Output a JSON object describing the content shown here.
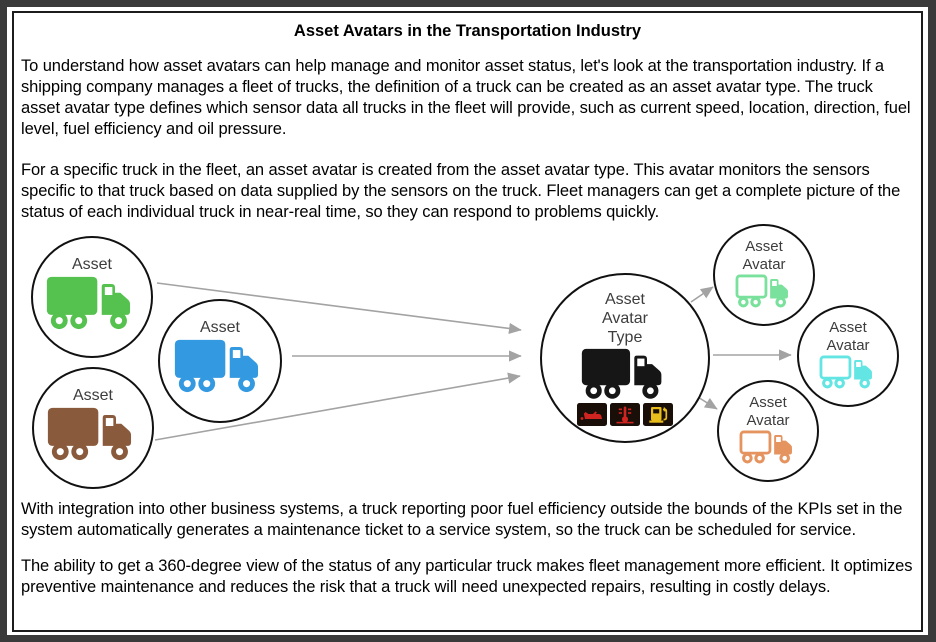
{
  "document": {
    "title": "Asset Avatars in the Transportation Industry",
    "paragraphs": [
      "To understand how asset avatars can help manage and monitor asset status, let's look at the transportation industry. If a shipping company manages a fleet of trucks, the definition of a truck can be created as an asset avatar type. The truck asset avatar type defines which sensor data all trucks in the fleet will provide, such as current speed, location, direction, fuel level, fuel efficiency and oil pressure.",
      "For a specific truck in the fleet, an asset avatar is created from the asset avatar type. This avatar monitors the sensors specific to that truck based on data supplied by the sensors on the truck. Fleet managers can get a complete picture of the status of each individual truck in near-real time, so they can respond to problems quickly.",
      "With integration into other business systems, a truck reporting poor fuel efficiency outside the bounds of the KPIs set in the system automatically generates a maintenance ticket to a service system, so the truck can be scheduled for service.",
      "The ability to get a 360-degree view of the status of any particular truck makes fleet management more efficient. It optimizes preventive maintenance and reduces the risk that a truck will need unexpected repairs, resulting in costly delays."
    ]
  },
  "diagram": {
    "asset_nodes": [
      {
        "label": "Asset",
        "truck_color": "#55c14e"
      },
      {
        "label": "Asset",
        "truck_color": "#3399e0"
      },
      {
        "label": "Asset",
        "truck_color": "#8a5a3c"
      }
    ],
    "type_node": {
      "label": "Asset Avatar Type",
      "truck_color": "#161616",
      "warning_icons": [
        "oil-pressure-warning-icon",
        "engine-temperature-warning-icon",
        "fuel-level-warning-icon"
      ]
    },
    "avatar_nodes": [
      {
        "label": "Asset Avatar",
        "truck_color": "#79e19b"
      },
      {
        "label": "Asset Avatar",
        "truck_color": "#63e6e3"
      },
      {
        "label": "Asset Avatar",
        "truck_color": "#e5945f"
      }
    ],
    "colors": {
      "arrow": "#a3a3a3",
      "node_border": "#111111",
      "node_label": "#3d3d3d",
      "warning_red": "#cf2420",
      "warning_yellow": "#e9bd1c",
      "warning_bg": "#190f08"
    }
  },
  "frame": {
    "outer_border": "#3a3a3a",
    "inner_border": "#1c1c1c"
  }
}
